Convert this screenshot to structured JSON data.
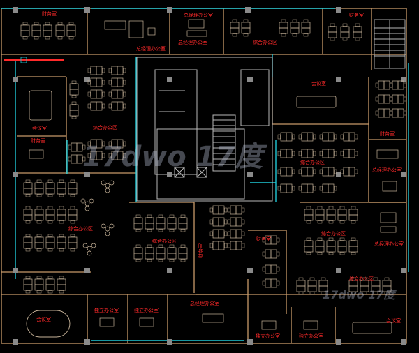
{
  "colors": {
    "background": "#000000",
    "wall": "#c89a6a",
    "glass": "#1fc9d6",
    "core": "#b9b9b9",
    "label": "#ff2a2a",
    "column": "#8a8a8a",
    "furniture": "#c8b49a"
  },
  "rooms": {
    "finance_top_left": "财务室",
    "finance_top_right": "财务室",
    "gm_office_a": "总经理办公室",
    "gm_office_b": "总经理办公室",
    "open_office_top": "综合办公区",
    "open_office_left_upper": "综合办公区",
    "meeting_left": "会议室",
    "finance_left_small": "财务室",
    "meeting_center_right": "会议室",
    "open_office_center_right": "综合办公区",
    "gm_office_right": "总经理办公室",
    "finance_right": "财务室",
    "open_office_left_lower": "综合办公区",
    "open_office_center": "综合办公区",
    "finance_center_vertical": "财务室",
    "finance_center": "财务室",
    "open_office_right_lower": "综合办公区",
    "gm_office_right_lower": "总经理办公室",
    "open_office_right_bottom": "综合办公区",
    "meeting_bottom_left": "会议室",
    "independent_office_a": "独立办公室",
    "independent_office_b": "独立办公室",
    "gm_office_bottom": "总经理办公室",
    "independent_office_c": "独立办公室",
    "independent_office_d": "独立办公室",
    "meeting_bottom_right": "会议室"
  },
  "watermark": {
    "large": "17dwo 17度",
    "small": "17dwo 17度"
  }
}
